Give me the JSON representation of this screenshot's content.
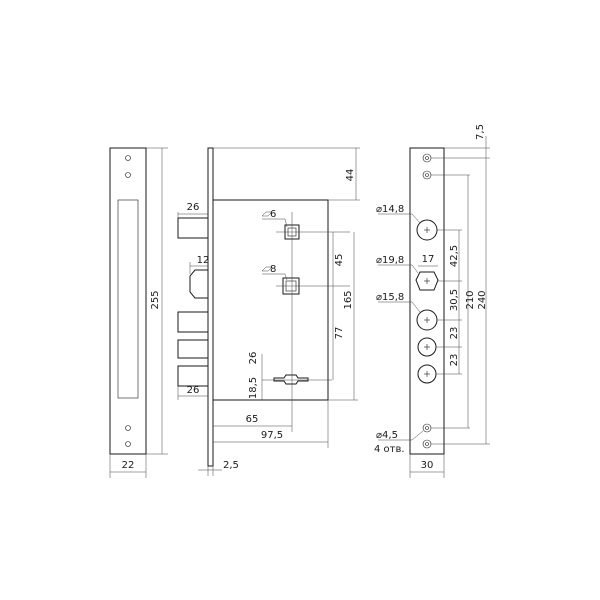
{
  "faceplate_left": {
    "width": "22",
    "height": "255"
  },
  "body": {
    "bolt_length_top": "26",
    "bolt_length_bottom": "26",
    "latch_length": "12",
    "top_offset": "44",
    "square_small": "6",
    "square_large": "8",
    "square_spacing": "45",
    "spindle_to_key": "77",
    "height": "165",
    "key_to_bolt": "26",
    "bottom_offset": "18,5",
    "backset": "65",
    "depth": "97,5",
    "plate_thickness": "2,5"
  },
  "strike": {
    "hole_1_diameter": "14,8",
    "hole_2_diameter": "19,8",
    "hole_2_width": "17",
    "hole_3_diameter": "15,8",
    "spacing_1": "42,5",
    "spacing_2": "30,5",
    "spacing_3": "23",
    "spacing_4": "23",
    "mount_hole_diameter": "4,5",
    "mount_hole_count": "4 отв.",
    "top_offset": "7,5",
    "span_210": "210",
    "span_240": "240",
    "width": "30"
  },
  "symbols": {
    "diameter": "⌀"
  }
}
